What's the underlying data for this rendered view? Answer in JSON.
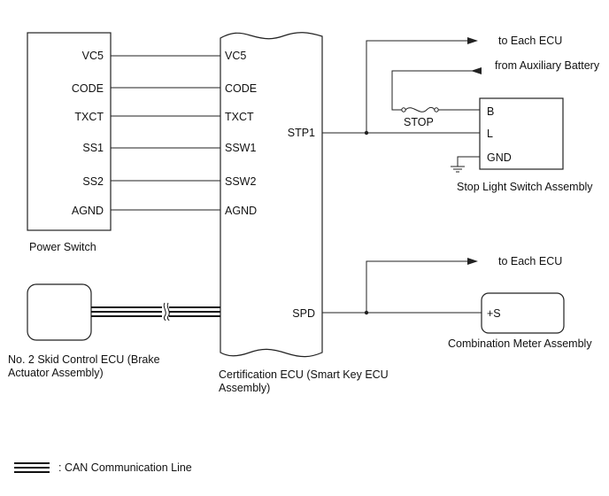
{
  "power_switch": {
    "label": "Power Switch",
    "pins": [
      "VC5",
      "CODE",
      "TXCT",
      "SS1",
      "SS2",
      "AGND"
    ]
  },
  "certification_ecu": {
    "label_line1": "Certification ECU (Smart Key ECU",
    "label_line2": "Assembly)",
    "pins_left": [
      "VC5",
      "CODE",
      "TXCT",
      "SSW1",
      "SSW2",
      "AGND"
    ],
    "pin_stp1": "STP1",
    "pin_spd": "SPD"
  },
  "stop_light_switch": {
    "label": "Stop Light Switch Assembly",
    "pins": [
      "B",
      "L",
      "GND"
    ],
    "fuse_label": "STOP"
  },
  "combination_meter": {
    "label": "Combination Meter Assembly",
    "pin": "+S"
  },
  "skid_control_ecu": {
    "label_line1": "No. 2 Skid Control ECU (Brake",
    "label_line2": "Actuator Assembly)"
  },
  "signals": {
    "to_each_ecu_top": "to Each ECU",
    "from_aux_battery": "from Auxiliary Battery",
    "to_each_ecu_bottom": "to Each ECU"
  },
  "legend": {
    "can_line_label": ": CAN Communication Line"
  }
}
